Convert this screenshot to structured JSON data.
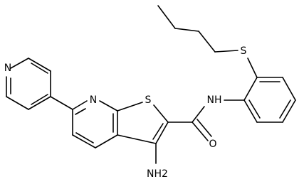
{
  "atoms": {
    "pyridine_n": "N",
    "ring_n": "N",
    "thiophene_s": "S",
    "amide_nh": "NH",
    "amide_o": "O",
    "amino_nh2": "NH2",
    "thioether_s": "S"
  },
  "colors": {
    "bond": "#000000",
    "text": "#000000",
    "background": "#ffffff"
  }
}
